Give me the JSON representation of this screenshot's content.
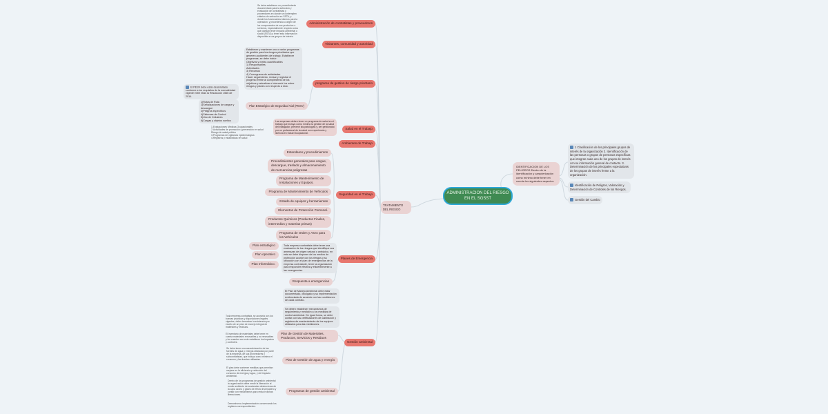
{
  "central": "ADMINISTRACION DEL RIESGO EN EL SGSST",
  "tratamiento": "TRATAMIENTO DEL RIESGO",
  "identificacion": {
    "label": "IDENTIFICACION DE LOS PELIGROS Dentro de la identificación y caracterización como mínimo debe tener en cuenta los siguientes aspectos",
    "items": [
      "1 Clasificación de los principales grupos de interés de la organización 2. Identificación de las personas o grupos de personas específicas que integran cada uno de los grupos de interés con su información general de contacto. 3. Determinación de los principales expectativas de los grupos de interés frente a la organización.",
      "Identificación de Peligros, Valoración y Determinación de Controles de los Riesgos.",
      "Gestión del Cambio"
    ]
  },
  "branches": {
    "admin": "Administración de contratistas y proveedores",
    "admin_note": "Se debe establecer un procedimiento documentado para la selección y evaluación de contratistas y proveedores en donde se contemplen criterios de selección en SSTA, y donde los funcionarios idóneos para la operación, y procedencia u origen de los componentes de sus productos o servicios, especialmente respecto a los que puedan tener impacto ambiental o social (SSTA) y tener esta información disponible a sus grupos de interés.",
    "visitantes": "Visitantes, comunidad y autoridad",
    "programa": "programa de gestion de riesgo prioritario",
    "programa_note": "Establecer y mantener uno o varios programas de gestión para los riesgos prioritarios que generen accidentes de trabajo. Establecer programas, se debe incluir:\nObjetivos y metas cuantificables\n1) Responsables\n   Actividades\n3) Recursos\n4) Cronograma de actividades\nHacer seguimiento, revisar y registrar el progreso frente al cumplimiento de los objetivos y actualizar e intervenir los sobre riesgos y planes con respecto a esto.",
    "pesv": "Plan Estratégico de Seguridad Vial (PESV)",
    "pesv_note": "El PESV debe estar desarrollado conforme a los requisitos de la normatividad vigente entre ellas la Resolución 1565 de 2014.",
    "pesv_list": "1)Rutas de Ruta\n2)Señalizaciones de cargue y descargue\n3)Peligros específicos\n4)Sistemas de Control\n5)Uso de Celulares\n6)Cargas y objetos sueltos",
    "salud": "Salud en el Trabajo",
    "salud_note": "Las empresas deben tener un programa de salud en el trabajo que incluya como mínimo la gestión de la salud del trabajador, prevenir las patologías y, ser gestionado por un profesional de la salud con experiencia y licencia en Salud Ocupacional.",
    "salud_list": "1.Evaluaciones Médicas Ocupacionales\n2.Actividades de promoción y prevención en salud Riesgo de salud público\n3.Programas de vigilancia epidemiológica\n4.Registros y estadísticas en salud",
    "ambientes": "Ambientes de Trabajo",
    "seguridad": "Seguridad en el Trabajo",
    "seguridad_items": [
      "Estandares y procedimientos",
      "Procedimientos generales para cargue, descargue, traslado y almacenamiento de mercancías peligrosas",
      "Programa de Mantenimiento de Instalaciones y Equipos.",
      "Programa de Mantenimiento de Vehículos",
      "Estado de equipos y herramientas",
      "Elementos de Protección Personal.",
      "Productos Químicos (Productos Finales, intermedios y materias primas)",
      "Programa de Orden y Aseo para los Vehículos"
    ],
    "emergencias": "Planes de Emergencia",
    "emergencias_note": "Toda empresa contratista debe tener una evaluación de los riesgos que identifique sus amenazas de origen natural o antrópico, en esta se debe disponer de los medios de protección acorde con los riesgos y su ubicación con el plan de emergencias de la empresa contratante, tener la organización para responder efectiva y eficientemente a las emergencias.",
    "emergencias_plans": [
      "Plan estratégico",
      "Plan operativo",
      "Plan Informático."
    ],
    "respuesta": "Respuesta a emergencias",
    "ambiental": "Gestión ambiental",
    "ambiental_note1": "El Plan de Manejo Ambiental debe estar documentado, divulgado y su implementación evidenciada de acuerdo con las condiciones de cada contrato.",
    "ambiental_note2": "Se deben establecer mecanismos de seguimiento y medición a los medidas de control ambiental. De igual forma, se debe contar con las certificaciones de calibración y registros de mantenimiento de los equipos utilizados para las mediciones.",
    "materiales": "Plan de Gestión de Materiales, Productos, Servicios y Residuos",
    "materiales_notes": [
      "Toda empresa contratista, se acoraría con los buenas prácticas y disposiciones legales vigentes, debe demostrar la existencia por escrito de un plan de manejo integral de materiales y residuos.",
      "El inventario de materiales debe tener en cuenta materiales renovables y no renovables y los cuantos con esto establecer los impactos y controles."
    ],
    "agua": "Plan de Gestión de agua y energía",
    "agua_notes": [
      "Se debe tener una caracterización de las fuentes de agua y energía utilizadas por parte de la empresa, de sus proveedores y subcontratistas, que incluya como mínimo el consumo y las fuentes utilizadas.",
      "El plan debe contener medidas que permitan mejorar en la eficiencia y reducción del consumo de energía y agua, y del impacto ambiental."
    ],
    "programas": "Programas de gestión ambiental",
    "programas_notes": [
      "Dentro de los programas de gestión ambiental la organización debe medir la liberación al medio ambiente de sustancias destructoras de la capa ozono y gases de efecto Invernadero y contar con mecanismos para reducir dichas liberaciones.",
      "Demostrar su implementación conservando los registros correspondientes."
    ]
  }
}
